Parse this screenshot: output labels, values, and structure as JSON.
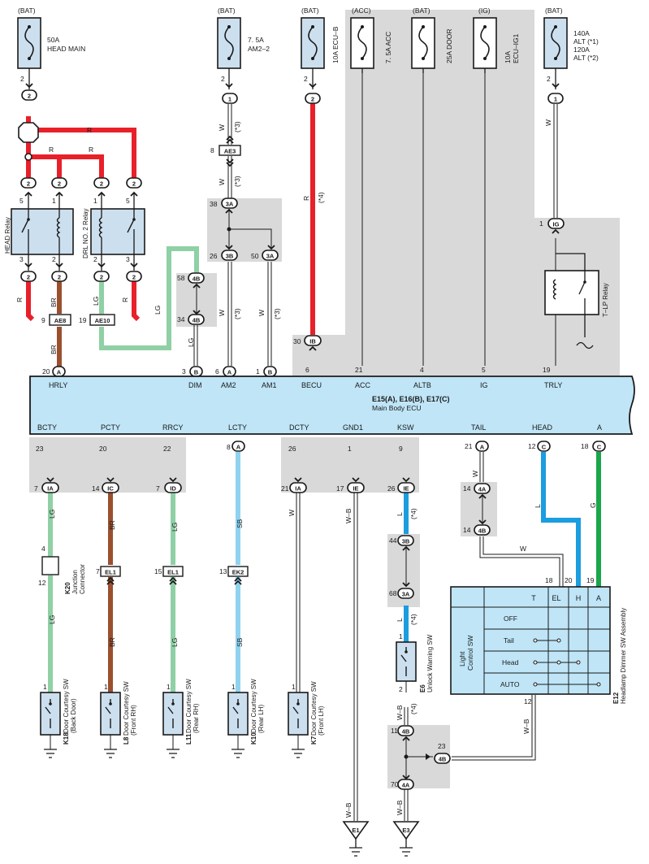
{
  "top": {
    "bat": "(BAT)",
    "acc": "(ACC)",
    "ig": "(IG)"
  },
  "fuses": {
    "head_main": [
      "50A",
      "HEAD MAIN"
    ],
    "am2": [
      "7. 5A",
      "AM2–2"
    ],
    "ecu_b": "10A ECU–B",
    "acc": "7. 5A ACC",
    "door": "25A DOOR",
    "ecu_ig1": [
      "10A",
      "ECU–IG1"
    ],
    "alt": [
      "140A",
      "ALT (*1)",
      "120A",
      "ALT (*2)"
    ]
  },
  "wires": {
    "R": "R",
    "BR": "BR",
    "LG": "LG",
    "W": "W",
    "SB": "SB",
    "L": "L",
    "G": "G",
    "WB": "W–B",
    "note3": "(*3)",
    "note4": "(*4)"
  },
  "connectors": {
    "c1": "1",
    "c2": "2",
    "c3": "3",
    "c3A": "3A",
    "c3B": "3B",
    "c4A": "4A",
    "c4B": "4B",
    "cA": "A",
    "cB": "B",
    "cC": "C",
    "cIA": "IA",
    "cIB": "IB",
    "cIC": "IC",
    "cID": "ID",
    "cIE": "IE",
    "cIG": "IG",
    "AE3": "AE3",
    "AE8": "AE8",
    "AE10": "AE10",
    "EL1": "EL1",
    "EK2": "EK2"
  },
  "pins": {
    "p1": "1",
    "p2": "2",
    "p3": "3",
    "p4": "4",
    "p5": "5",
    "p6": "6",
    "p7": "7",
    "p8": "8",
    "p9": "9",
    "p11": "11",
    "p12": "12",
    "p13": "13",
    "p14": "14",
    "p15": "15",
    "p17": "17",
    "p18": "18",
    "p19": "19",
    "p20": "20",
    "p21": "21",
    "p22": "22",
    "p23": "23",
    "p26": "26",
    "p30": "30",
    "p34": "34",
    "p38": "38",
    "p44": "44",
    "p50": "50",
    "p58": "58",
    "p68": "68",
    "p70": "70"
  },
  "relays": {
    "head": "HEAD Relay",
    "drl": "DRL NO. 2 Relay",
    "tlp": "T–LP Relay"
  },
  "ecu": {
    "title": "E15(A), E16(B), E17(C)",
    "name": "Main Body ECU",
    "top_signals": [
      "HRLY",
      "DIM",
      "AM2",
      "AM1",
      "BECU",
      "ACC",
      "ALTB",
      "IG",
      "TRLY"
    ],
    "bottom_signals": [
      "BCTY",
      "PCTY",
      "RRCY",
      "LCTY",
      "DCTY",
      "GND1",
      "KSW",
      "TAIL",
      "HEAD",
      "A"
    ]
  },
  "components": {
    "k20": {
      "code": "K20",
      "name": [
        "Junction",
        "Connector"
      ]
    },
    "k18": {
      "code": "K18",
      "name": [
        "Door Courtesy SW",
        "(Back Door)"
      ]
    },
    "l8": {
      "code": "L8",
      "name": [
        "Door Courtesy SW",
        "(Front RH)"
      ]
    },
    "l11": {
      "code": "L11",
      "name": [
        "Door Courtesy SW",
        "(Rear RH)"
      ]
    },
    "k10": {
      "code": "K10",
      "name": [
        "Door Courtesy SW",
        "(Rear LH)"
      ]
    },
    "k7": {
      "code": "K7",
      "name": [
        "Door Courtesy SW",
        "(Front LH)"
      ]
    },
    "e6": {
      "code": "E6",
      "name": [
        "Unlock Warning SW"
      ]
    },
    "e12": {
      "code": "E12",
      "name": [
        "Headlamp Dimmer SW Assembly"
      ]
    }
  },
  "dimmer": {
    "cols": [
      "EL",
      "T",
      "H",
      "A"
    ],
    "rows": [
      "OFF",
      "Tail",
      "Head",
      "AUTO"
    ],
    "light_control": [
      "Light",
      "Control SW"
    ]
  },
  "grounds": {
    "e1": "E1",
    "e3": "E3"
  }
}
